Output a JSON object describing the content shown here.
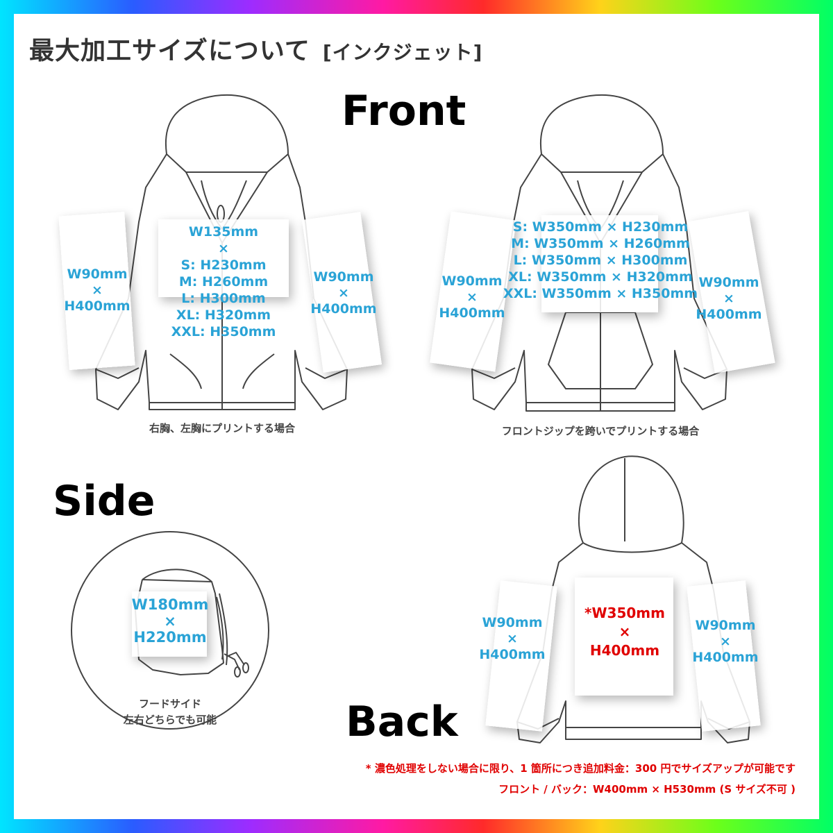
{
  "title": {
    "main": "最大加工サイズについて",
    "sub": "[インクジェット]"
  },
  "headings": {
    "front": "Front",
    "side": "Side",
    "back": "Back"
  },
  "front_left": {
    "caption": "右胸、左胸にプリントする場合",
    "sleeve_left": [
      "W90mm",
      "×",
      "H400mm"
    ],
    "sleeve_right": [
      "W90mm",
      "×",
      "H400mm"
    ],
    "chest": [
      "W135mm",
      "×",
      "S: H230mm",
      "M: H260mm",
      "L: H300mm",
      "XL: H320mm",
      "XXL: H350mm"
    ]
  },
  "front_right": {
    "caption": "フロントジップを跨いでプリントする場合",
    "sleeve_left": [
      "W90mm",
      "×",
      "H400mm"
    ],
    "sleeve_right": [
      "W90mm",
      "×",
      "H400mm"
    ],
    "chest": [
      "S: W350mm × H230mm",
      "M: W350mm × H260mm",
      "L: W350mm × H300mm",
      "XL: W350mm × H320mm",
      "XXL: W350mm × H350mm"
    ]
  },
  "side": {
    "hood": [
      "W180mm",
      "×",
      "H220mm"
    ],
    "caption": [
      "フードサイド",
      "左右どちらでも可能"
    ]
  },
  "back": {
    "sleeve_left": [
      "W90mm",
      "×",
      "H400mm"
    ],
    "sleeve_right": [
      "W90mm",
      "×",
      "H400mm"
    ],
    "center": [
      "*W350mm",
      "×",
      "H400mm"
    ]
  },
  "notes": [
    "* 濃色処理をしない場合に限り、1 箇所につき追加料金：300 円でサイズアップが可能です",
    "フロント / バック：W400mm × H530mm (S サイズ不可 )"
  ],
  "colors": {
    "label_blue": "#2aa3d6",
    "note_red": "#e00000",
    "outline": "#444444"
  }
}
